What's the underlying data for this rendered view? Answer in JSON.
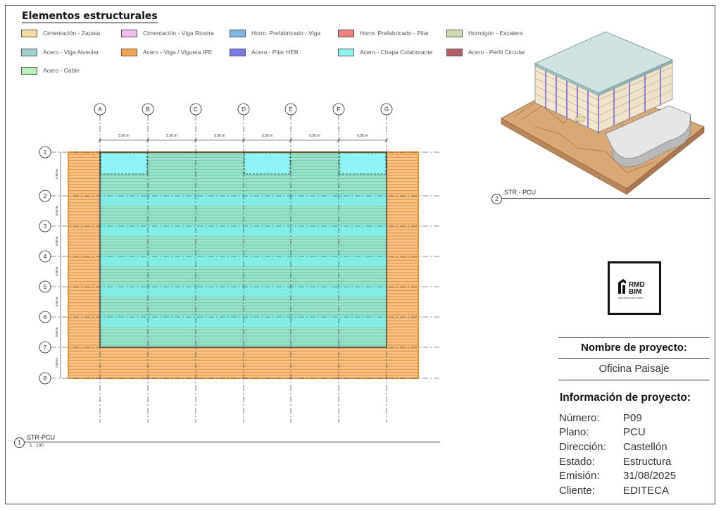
{
  "legend": {
    "title": "Elementos estructurales",
    "items": [
      {
        "label": "Cimentación - Zapata",
        "color": "#f5df9e"
      },
      {
        "label": "Cimentación - Viga Riostra",
        "color": "#f6b8f0"
      },
      {
        "label": "Horm. Prefabricado - Viga",
        "color": "#7fb6ea"
      },
      {
        "label": "Horm. Prefabricado - Pilar",
        "color": "#f07f7f"
      },
      {
        "label": "Hormigón - Escalera",
        "color": "#cfdcb1"
      },
      {
        "label": "Acero - Viga Alveolar",
        "color": "#9ed1d0"
      },
      {
        "label": "Acero - Viga / Vigueta IPE",
        "color": "#f5a54f"
      },
      {
        "label": "Acero - Pilar HEB",
        "color": "#7a7ae6"
      },
      {
        "label": "Acero - Chapa Colaborante",
        "color": "#8ef4f3"
      },
      {
        "label": "Acero - Perfil Circular",
        "color": "#b45e6a"
      },
      {
        "label": "Acero - Cable",
        "color": "#b6f4b8"
      }
    ]
  },
  "plan": {
    "column_grids": [
      "A",
      "B",
      "C",
      "D",
      "E",
      "F",
      "G"
    ],
    "row_grids": [
      "1",
      "2",
      "3",
      "4",
      "5",
      "6",
      "7",
      "8"
    ],
    "spacing_labels": [
      "5.50 m",
      "5.50 m",
      "5.50 m",
      "5.50 m",
      "5.50 m",
      "5.50 m"
    ],
    "row_spacing_labels": [
      "5.00 m",
      "3.50 m",
      "3.50 m",
      "3.50 m",
      "3.50 m",
      "3.50 m",
      "3.50 m"
    ],
    "view_number": "1",
    "view_title": "STR-PCU",
    "view_scale": "1 : 100"
  },
  "iso_view": {
    "view_number": "2",
    "view_title": "STR - PCU"
  },
  "logo": {
    "line1": "RMD",
    "line2": "BIM",
    "tagline": "ARCHITECTURE STUDIO"
  },
  "title_block": {
    "project_name_label": "Nombre de proyecto:",
    "project_name": "Oficina Paisaje",
    "info_title": "Información de proyecto:",
    "rows": [
      {
        "key": "Número:",
        "value": "P09"
      },
      {
        "key": "Plano:",
        "value": "PCU"
      },
      {
        "key": "Dirección:",
        "value": "Castellón"
      },
      {
        "key": "Estado:",
        "value": "Estructura"
      },
      {
        "key": "Emisión:",
        "value": "31/08/2025"
      },
      {
        "key": "Cliente:",
        "value": "EDITECA"
      }
    ]
  }
}
